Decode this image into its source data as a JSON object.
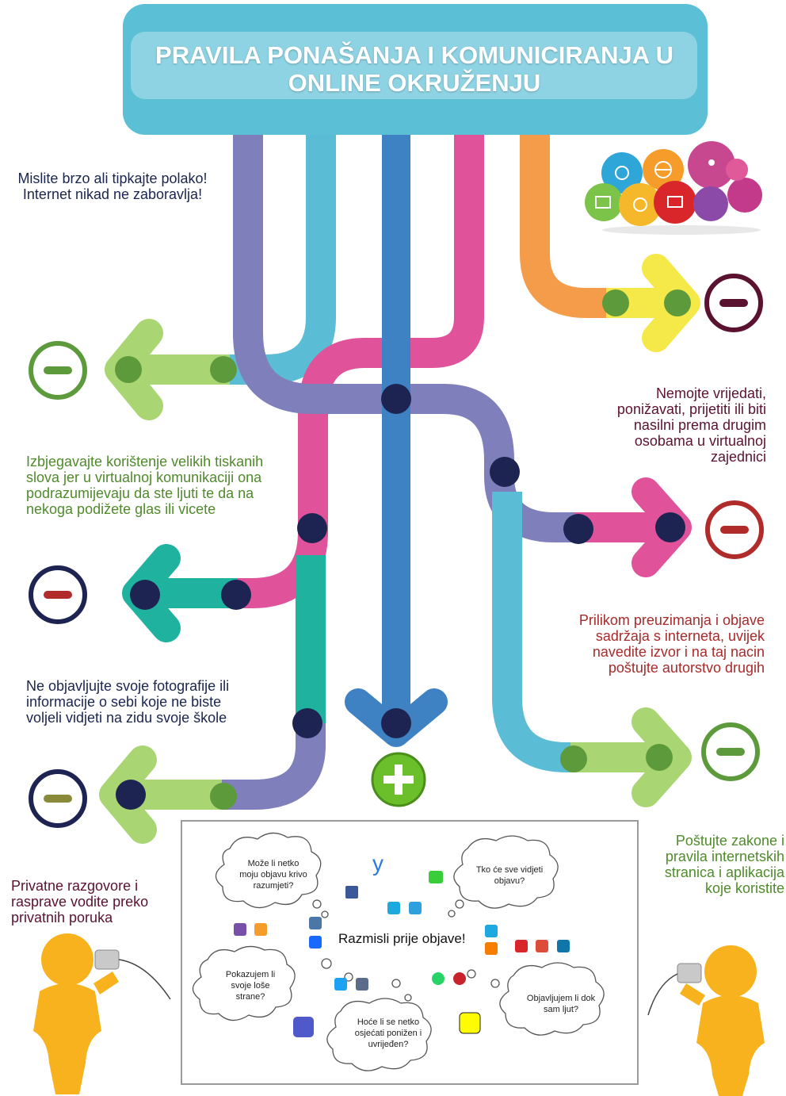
{
  "title": "PRAVILA PONAŠANJA I KOMUNICIRANJA U ONLINE OKRUŽENJU",
  "rules": [
    {
      "text": "Mislite brzo ali tipkajte polako! Internet nikad ne zaboravlja!",
      "color": "#1a2550"
    },
    {
      "text": "Nemojte vrijedati, ponižavati, prijetiti ili biti nasilni prema drugim osobama u virtualnoj zajednici",
      "color": "#5b1230"
    },
    {
      "text": "Izbjegavajte korištenje velikih tiskanih slova jer u virtualnoj komunikaciji ona podrazumijevaju da ste ljuti te da na nekoga podižete glas ili vicete",
      "color": "#4f8a2b"
    },
    {
      "text": "Prilikom preuzimanja i objave sadržaja s interneta, uvijek navedite izvor i na taj nacin poštujte autorstvo drugih",
      "color": "#a82a2a"
    },
    {
      "text": "Ne objavljujte svoje fotografije ili informacije o sebi koje ne biste voljeli vidjeti na zidu svoje škole",
      "color": "#1a2550"
    },
    {
      "text": "Poštujte zakone i pravila internetskih stranica i aplikacija koje koristite",
      "color": "#4f8a2b"
    },
    {
      "text": "Privatne razgovore i rasprave vodite preko privatnih poruka",
      "color": "#5b1230"
    }
  ],
  "thought_panel": {
    "center": "Razmisli prije objave!",
    "questions": [
      "Može li netko moju objavu krivo razumjeti?",
      "Tko će sve vidjeti objavu?",
      "Pokazujem li svoje loše strane?",
      "Hoće li se netko osjećati ponižen i uvrijeđen?",
      "Objavljujem li dok sam ljut?"
    ]
  },
  "colors": {
    "title_box": "#5bbfd6",
    "title_inner": "#8ed3e3",
    "purple": "#7f7fbb",
    "lightblue": "#5bbcd6",
    "blue": "#3e82c4",
    "pink": "#e0529a",
    "orange": "#f59c4a",
    "yellow": "#f5e94a",
    "lightgreen": "#a9d672",
    "teal": "#1fb39f",
    "dot_dark": "#1d2452",
    "dot_green": "#5c9a3c",
    "plus_green": "#6bbf2a"
  }
}
